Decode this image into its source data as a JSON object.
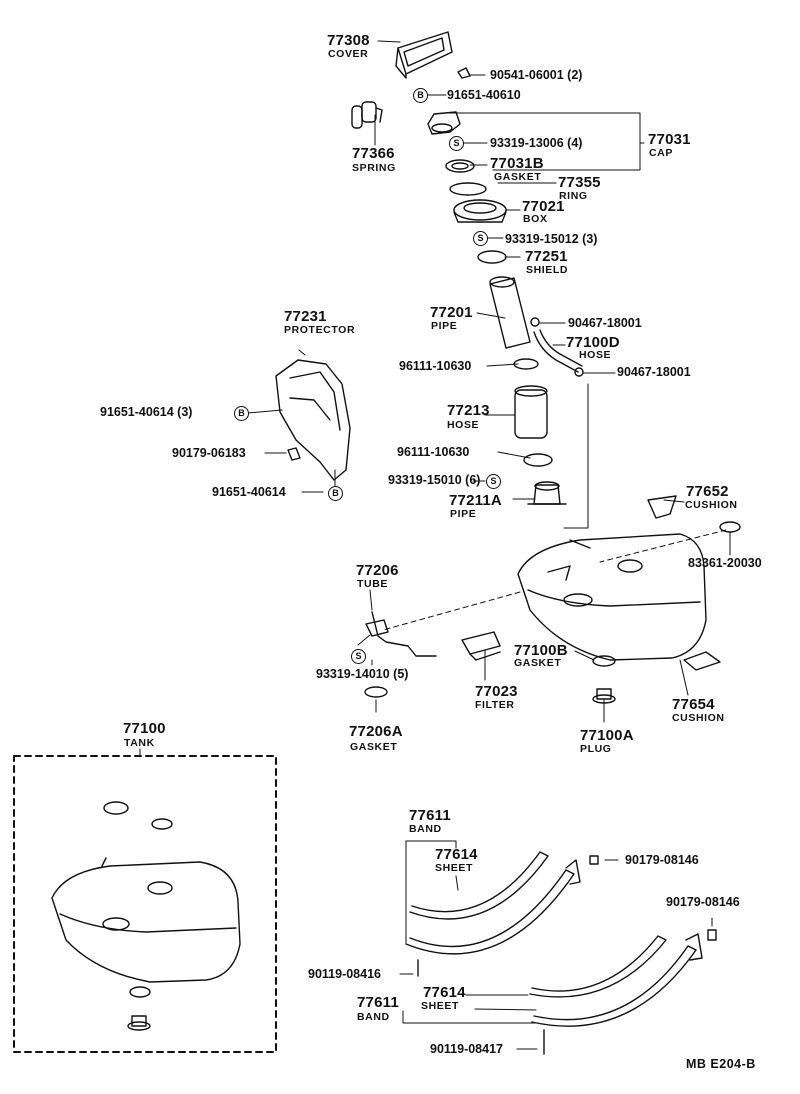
{
  "diagram": {
    "parts": [
      {
        "number": "77308",
        "name": "COVER"
      },
      {
        "number": "77366",
        "name": "SPRING"
      },
      {
        "number": "77031",
        "name": "CAP"
      },
      {
        "number": "77031B",
        "name": "GASKET"
      },
      {
        "number": "77355",
        "name": "RING"
      },
      {
        "number": "77021",
        "name": "BOX"
      },
      {
        "number": "77251",
        "name": "SHIELD"
      },
      {
        "number": "77231",
        "name": "PROTECTOR"
      },
      {
        "number": "77201",
        "name": "PIPE"
      },
      {
        "number": "77100D",
        "name": "HOSE"
      },
      {
        "number": "77213",
        "name": "HOSE"
      },
      {
        "number": "77211A",
        "name": "PIPE"
      },
      {
        "number": "77652",
        "name": "CUSHION"
      },
      {
        "number": "77206",
        "name": "TUBE"
      },
      {
        "number": "77100B",
        "name": "GASKET"
      },
      {
        "number": "77023",
        "name": "FILTER"
      },
      {
        "number": "77654",
        "name": "CUSHION"
      },
      {
        "number": "77206A",
        "name": "GASKET"
      },
      {
        "number": "77100A",
        "name": "PLUG"
      },
      {
        "number": "77100",
        "name": "TANK"
      },
      {
        "number": "77611",
        "name": "BAND"
      },
      {
        "number": "77614",
        "name": "SHEET"
      },
      {
        "number": "77614",
        "name": "SHEET"
      },
      {
        "number": "77611",
        "name": "BAND"
      }
    ],
    "fasteners": [
      "90541-06001 (2)",
      "91651-40610",
      "93319-13006 (4)",
      "93319-15012 (3)",
      "90467-18001",
      "90467-18001",
      "96111-10630",
      "91651-40614 (3)",
      "90179-06183",
      "91651-40614",
      "96111-10630",
      "93319-15010 (6)",
      "83361-20030",
      "93319-14010 (5)",
      "90179-08146",
      "90179-08146",
      "90119-08416",
      "90119-08417"
    ],
    "markers": [
      "B",
      "S",
      "S",
      "B",
      "B",
      "S",
      "S"
    ],
    "footer": "MB  E204-B"
  }
}
